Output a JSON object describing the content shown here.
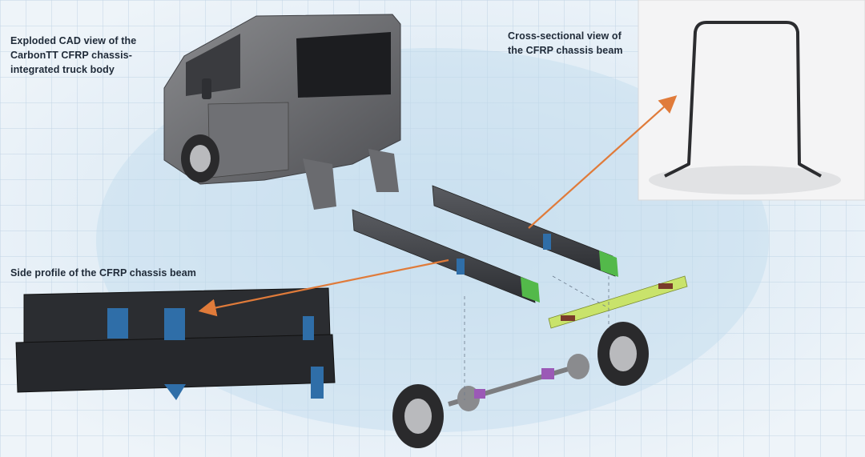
{
  "labels": {
    "exploded_view": "Exploded CAD view of the\nCarbonTT CFRP chassis-\nintegrated truck body",
    "cross_section": "Cross-sectional view of\nthe CFRP chassis beam",
    "side_profile": "Side profile of the CFRP chassis beam"
  },
  "colors": {
    "background": "#dfe9f2",
    "grid": "#b7cde0",
    "arrow": "#e07b3a",
    "truck_body": "#6c6d70",
    "beam": "#3b3d42",
    "beam_end_green": "#53b94a",
    "crossbar": "#c9e36b",
    "bracket_blue": "#2f6ea8",
    "axle_purple": "#9b59b6",
    "wheel": "#2a2a2c"
  }
}
